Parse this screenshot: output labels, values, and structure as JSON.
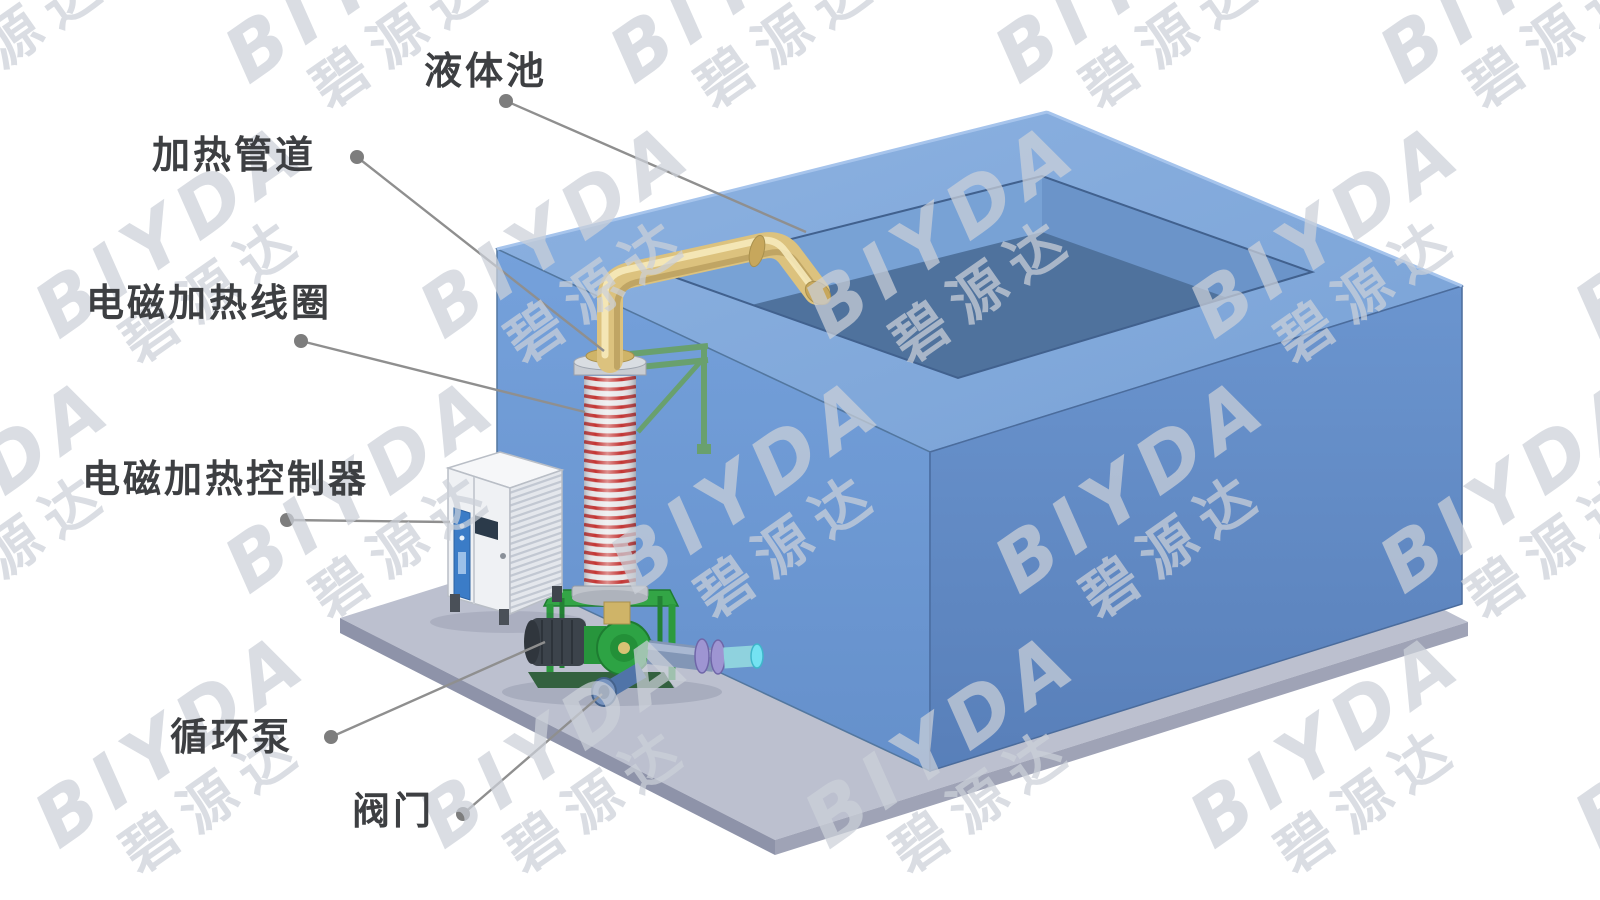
{
  "labels": {
    "liquid_pool": "液体池",
    "heating_pipe": "加热管道",
    "heating_coil": "电磁加热线圈",
    "heating_controller": "电磁加热控制器",
    "circulation_pump": "循环泵",
    "valve": "阀门"
  },
  "watermark": {
    "brand_latin": "BIYDA",
    "brand_cjk": "碧源达"
  },
  "colors": {
    "tank_top": "#84abdc",
    "tank_front": "#6f9bd6",
    "tank_side": "#5f88c4",
    "tank_cavity": "#4f729d",
    "floor": "#bcc0cf",
    "pipe_yellow": "#dcc27e",
    "coil_red": "#c33432",
    "stand_green": "#33a546",
    "pump_green": "#2da344",
    "cabinet_white": "#eff1f4",
    "cabinet_panel_blue": "#3b7cc7",
    "label_text": "#3d3f42",
    "watermark_gray": "#ccd1d9"
  }
}
